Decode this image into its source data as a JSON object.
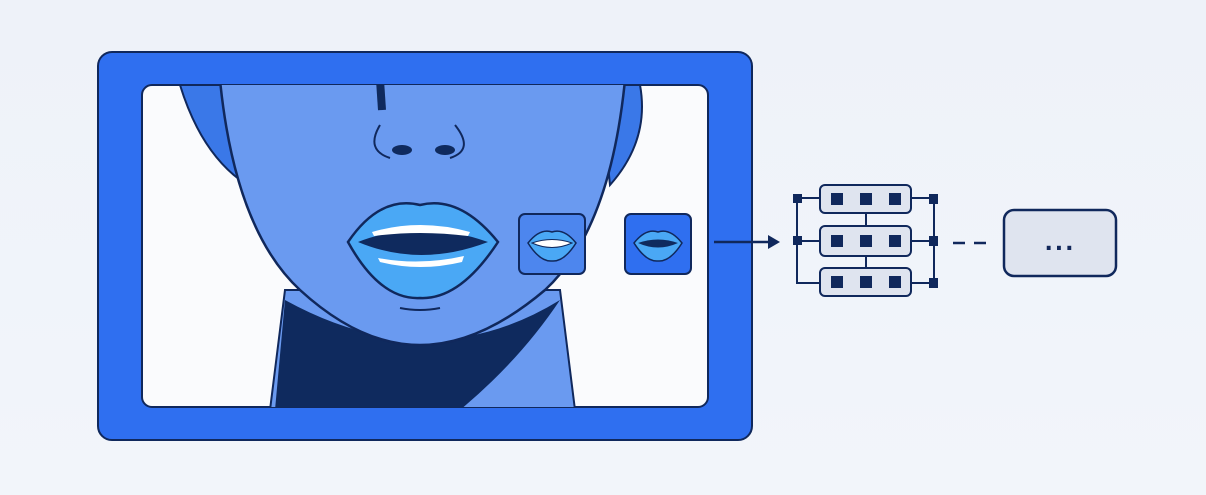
{
  "diagram": {
    "input_frame": {
      "icon": "face-video-frame-icon",
      "subject": "mouth-speaking"
    },
    "crops": [
      {
        "icon": "lip-crop-icon",
        "style": "outlined"
      },
      {
        "icon": "lip-crop-icon",
        "style": "filled"
      }
    ],
    "model": {
      "icon": "neural-network-icon",
      "rows": 3,
      "units_per_row": 3
    },
    "output": {
      "label": "...",
      "icon": "output-box-icon"
    },
    "colors": {
      "frame": "#2f6ff0",
      "skin": "#6a9af0",
      "lips": "#4aa8f5",
      "outline": "#10285c",
      "box_fill": "#dfe4ef"
    }
  }
}
